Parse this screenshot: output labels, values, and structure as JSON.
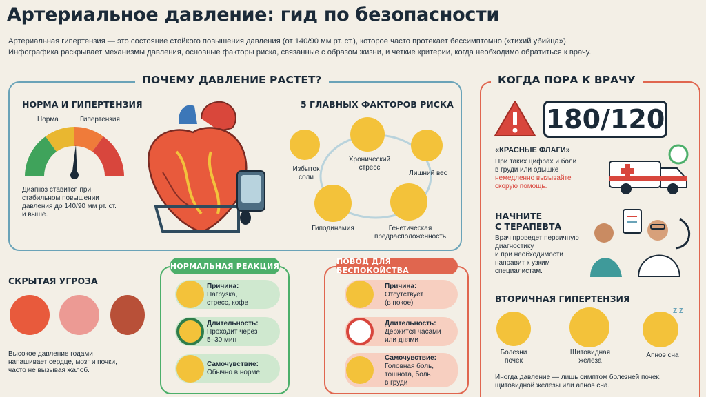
{
  "title": "Артериальное давление: гид по безопасности",
  "intro": {
    "line1": "Артериальная гипертензия — это состояние стойкого повышения давления (от 140/90 мм рт. ст.), которое часто протекает бессимптомно («тихий убийца»).",
    "line2": "Инфографика раскрывает механизмы давления, основные факторы риска, связанные с образом жизни, и четкие критерии, когда необходимо обратиться к врачу."
  },
  "why": {
    "title": "ПОЧЕМУ ДАВЛЕНИЕ РАСТЕТ?",
    "norm_title": "НОРМА И ГИПЕРТЕНЗИЯ",
    "gauge_norm": "Норма",
    "gauge_hyper": "Гипертензия",
    "diagnosis_1": "Диагноз ставится при",
    "diagnosis_2": "стабильном повышении",
    "diagnosis_3": "давления до 140/90 мм рт. ст.",
    "diagnosis_4": "и выше.",
    "risk_title": "5 ГЛАВНЫХ ФАКТОРОВ РИСКА",
    "factors": {
      "salt_1": "Избыток",
      "salt_2": "соли",
      "stress_1": "Хронический",
      "stress_2": "стресс",
      "weight": "Лишний вес",
      "hypo": "Гиподинамия",
      "genetic_1": "Генетическая",
      "genetic_2": "предрасположенность"
    }
  },
  "threat": {
    "title": "СКРЫТАЯ УГРОЗА",
    "text_1": "Высокое давление годами",
    "text_2": "напашивает сердце, мозг и почки,",
    "text_3": "часто не вызывая жалоб."
  },
  "normal": {
    "label": "НОРМАЛЬНАЯ РЕАКЦИЯ",
    "r1_h": "Причина:",
    "r1_t1": "Нагрузка,",
    "r1_t2": "стресс, кофе",
    "r2_h": "Длительность:",
    "r2_t1": "Проходит через",
    "r2_t2": "5–30 мин",
    "r3_h": "Самочувствие:",
    "r3_t1": "Обычно в норме"
  },
  "concern": {
    "label": "ПОВОД ДЛЯ БЕСПОКОЙСТВА",
    "r1_h": "Причина:",
    "r1_t1": "Отсутствует",
    "r1_t2": "(в покое)",
    "r2_h": "Длительность:",
    "r2_t1": "Держится часами",
    "r2_t2": "или днями",
    "r3_h": "Самочувствие:",
    "r3_t1": "Головная боль,",
    "r3_t2": "тошнота, боль",
    "r3_t3": "в груди"
  },
  "doctor": {
    "title": "КОГДА ПОРА К ВРАЧУ",
    "bp": "180/120",
    "flags_title": "«КРАСНЫЕ ФЛАГИ»",
    "flags_1": "При таких цифрах и боли",
    "flags_2": "в груди или одышке",
    "flags_3": "немедленно вызывайте",
    "flags_4": "скорую помощь.",
    "start_1": "НАЧНИТЕ",
    "start_2": "С ТЕРАПЕВТА",
    "start_t1": "Врач проведет первичную",
    "start_t2": "диагностику",
    "start_t3": "и при необходимости",
    "start_t4": "направит к узким",
    "start_t5": "специалистам.",
    "secondary_title": "ВТОРИЧНАЯ ГИПЕРТЕНЗИЯ",
    "kid_1": "Болезни",
    "kid_2": "почек",
    "thy_1": "Щитовидная",
    "thy_2": "железа",
    "apnea": "Апноэ сна",
    "zz": "Z Z",
    "foot_1": "Иногда давление — лишь симптом болезней почек,",
    "foot_2": "щитовидной железы или апноэ сна."
  },
  "colors": {
    "teal": "#6aa3b8",
    "red": "#e0664f",
    "green": "#4caf6a",
    "bg": "#f3efe6"
  }
}
